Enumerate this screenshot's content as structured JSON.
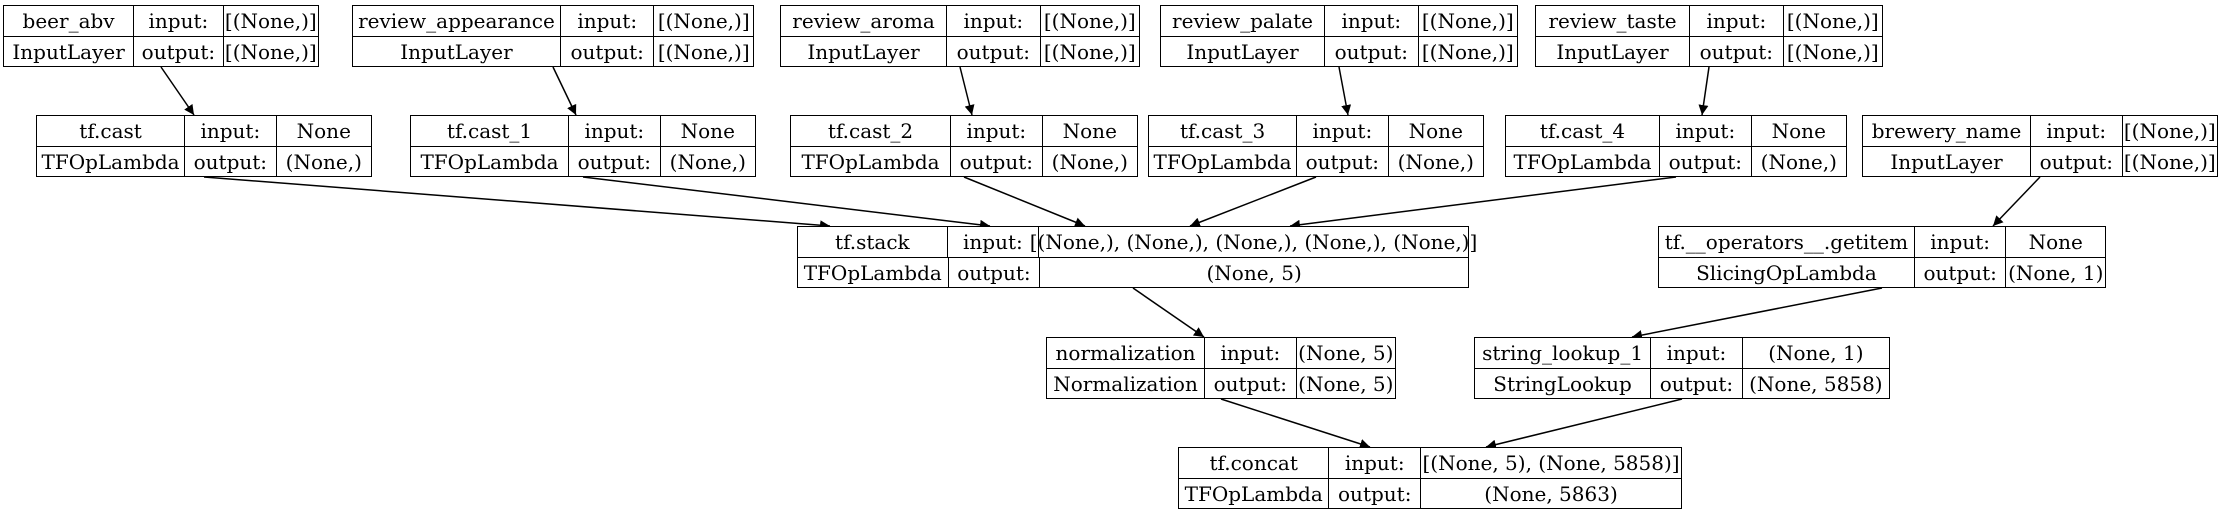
{
  "diagram": {
    "nodes": [
      {
        "id": "beer_abv",
        "name": "beer_abv",
        "cls": "InputLayer",
        "input": "[(None,)]",
        "output": "[(None,)]"
      },
      {
        "id": "review_appearance",
        "name": "review_appearance",
        "cls": "InputLayer",
        "input": "[(None,)]",
        "output": "[(None,)]"
      },
      {
        "id": "review_aroma",
        "name": "review_aroma",
        "cls": "InputLayer",
        "input": "[(None,)]",
        "output": "[(None,)]"
      },
      {
        "id": "review_palate",
        "name": "review_palate",
        "cls": "InputLayer",
        "input": "[(None,)]",
        "output": "[(None,)]"
      },
      {
        "id": "review_taste",
        "name": "review_taste",
        "cls": "InputLayer",
        "input": "[(None,)]",
        "output": "[(None,)]"
      },
      {
        "id": "tf_cast",
        "name": "tf.cast",
        "cls": "TFOpLambda",
        "input": "None",
        "output": "(None,)"
      },
      {
        "id": "tf_cast_1",
        "name": "tf.cast_1",
        "cls": "TFOpLambda",
        "input": "None",
        "output": "(None,)"
      },
      {
        "id": "tf_cast_2",
        "name": "tf.cast_2",
        "cls": "TFOpLambda",
        "input": "None",
        "output": "(None,)"
      },
      {
        "id": "tf_cast_3",
        "name": "tf.cast_3",
        "cls": "TFOpLambda",
        "input": "None",
        "output": "(None,)"
      },
      {
        "id": "tf_cast_4",
        "name": "tf.cast_4",
        "cls": "TFOpLambda",
        "input": "None",
        "output": "(None,)"
      },
      {
        "id": "brewery_name",
        "name": "brewery_name",
        "cls": "InputLayer",
        "input": "[(None,)]",
        "output": "[(None,)]"
      },
      {
        "id": "tf_stack",
        "name": "tf.stack",
        "cls": "TFOpLambda",
        "input": "[(None,), (None,), (None,), (None,), (None,)]",
        "output": "(None, 5)"
      },
      {
        "id": "getitem",
        "name": "tf.__operators__.getitem",
        "cls": "SlicingOpLambda",
        "input": "None",
        "output": "(None, 1)"
      },
      {
        "id": "normalization",
        "name": "normalization",
        "cls": "Normalization",
        "input": "(None, 5)",
        "output": "(None, 5)"
      },
      {
        "id": "string_lookup_1",
        "name": "string_lookup_1",
        "cls": "StringLookup",
        "input": "(None, 1)",
        "output": "(None, 5858)"
      },
      {
        "id": "tf_concat",
        "name": "tf.concat",
        "cls": "TFOpLambda",
        "input": "[(None, 5), (None, 5858)]",
        "output": "(None, 5863)"
      }
    ],
    "edges": [
      [
        "beer_abv",
        "tf_cast"
      ],
      [
        "review_appearance",
        "tf_cast_1"
      ],
      [
        "review_aroma",
        "tf_cast_2"
      ],
      [
        "review_palate",
        "tf_cast_3"
      ],
      [
        "review_taste",
        "tf_cast_4"
      ],
      [
        "tf_cast",
        "tf_stack"
      ],
      [
        "tf_cast_1",
        "tf_stack"
      ],
      [
        "tf_cast_2",
        "tf_stack"
      ],
      [
        "tf_cast_3",
        "tf_stack"
      ],
      [
        "tf_cast_4",
        "tf_stack"
      ],
      [
        "brewery_name",
        "getitem"
      ],
      [
        "tf_stack",
        "normalization"
      ],
      [
        "getitem",
        "string_lookup_1"
      ],
      [
        "normalization",
        "tf_concat"
      ],
      [
        "string_lookup_1",
        "tf_concat"
      ]
    ],
    "labels": {
      "input": "input:",
      "output": "output:"
    }
  }
}
